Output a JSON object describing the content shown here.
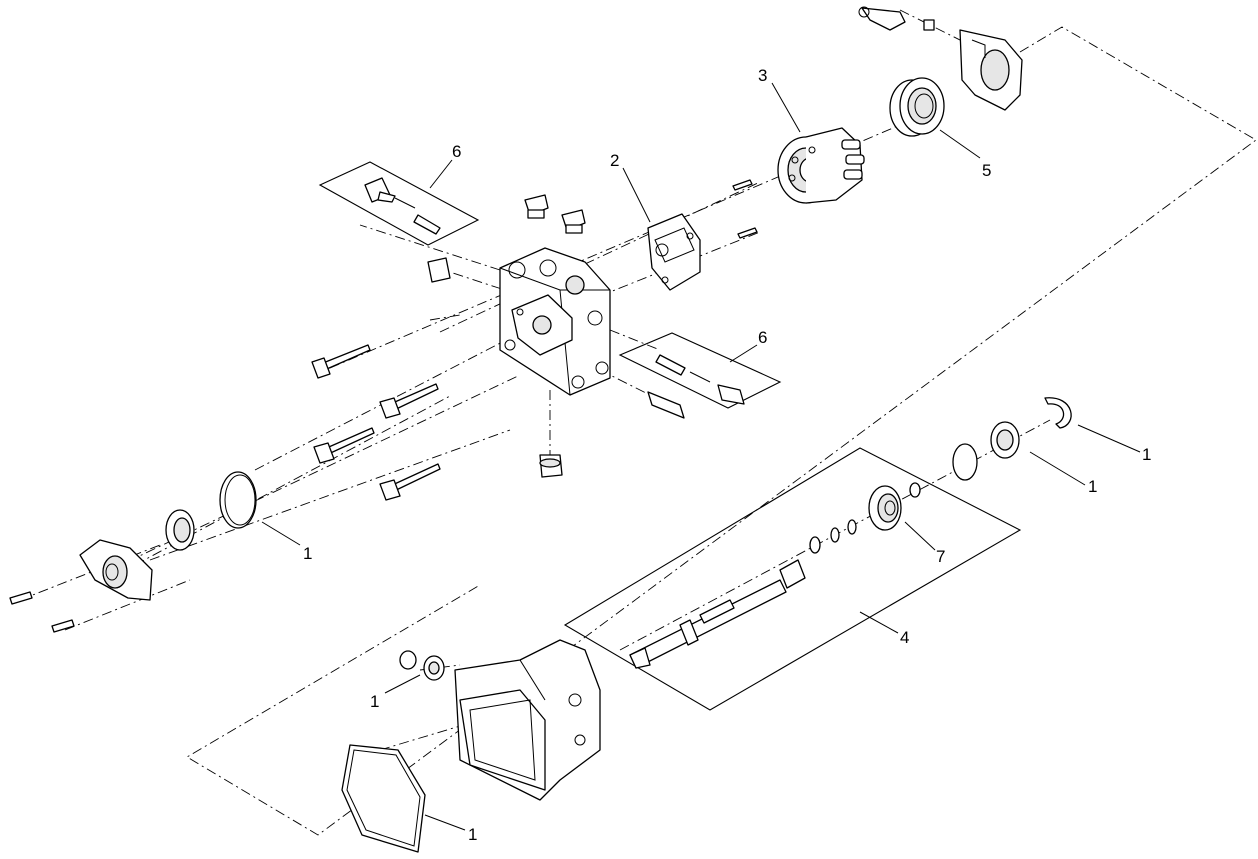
{
  "callouts": [
    {
      "id": "c-3",
      "text": "3"
    },
    {
      "id": "c-5",
      "text": "5"
    },
    {
      "id": "c-2",
      "text": "2"
    },
    {
      "id": "c-6a",
      "text": "6"
    },
    {
      "id": "c-6b",
      "text": "6"
    },
    {
      "id": "c-1a",
      "text": "1"
    },
    {
      "id": "c-1b",
      "text": "1"
    },
    {
      "id": "c-1c",
      "text": "1"
    },
    {
      "id": "c-7",
      "text": "7"
    },
    {
      "id": "c-4",
      "text": "4"
    },
    {
      "id": "c-1d",
      "text": "1"
    },
    {
      "id": "c-1e",
      "text": "1"
    }
  ]
}
